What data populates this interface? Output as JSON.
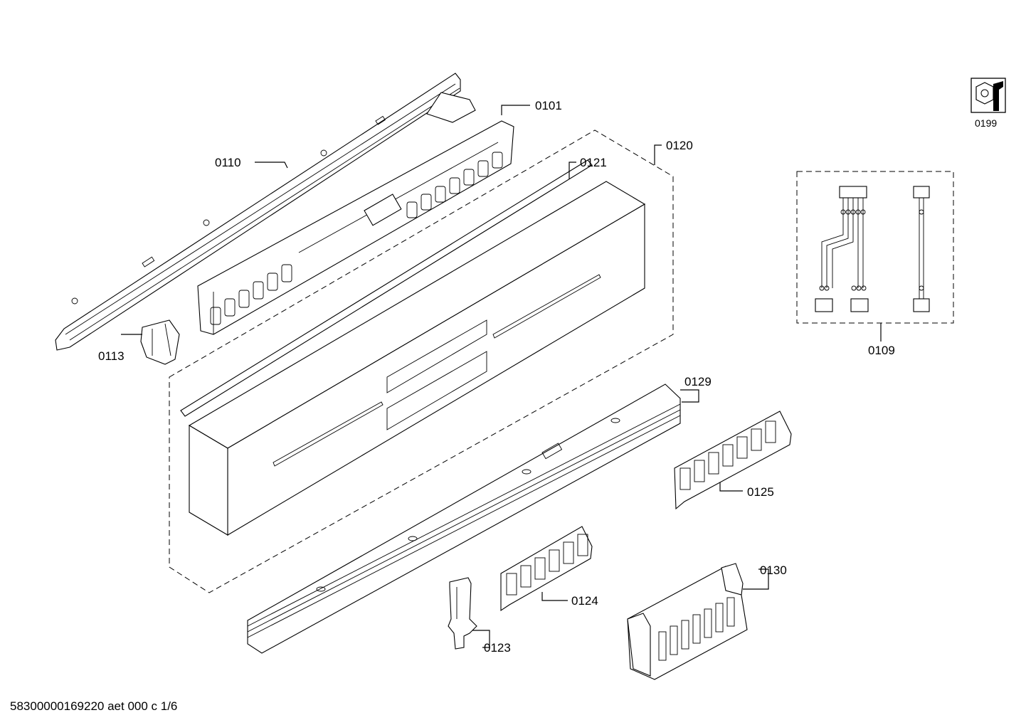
{
  "callouts": {
    "c0101": "0101",
    "c0110": "0110",
    "c0120": "0120",
    "c0121": "0121",
    "c0113": "0113",
    "c0129": "0129",
    "c0125": "0125",
    "c0124": "0124",
    "c0130": "0130",
    "c0123": "0123",
    "c0109": "0109",
    "c0199": "0199"
  },
  "footer": "58300000169220 aet 000 c 1/6",
  "icons": {
    "tool": "nut-and-wrench-icon"
  }
}
